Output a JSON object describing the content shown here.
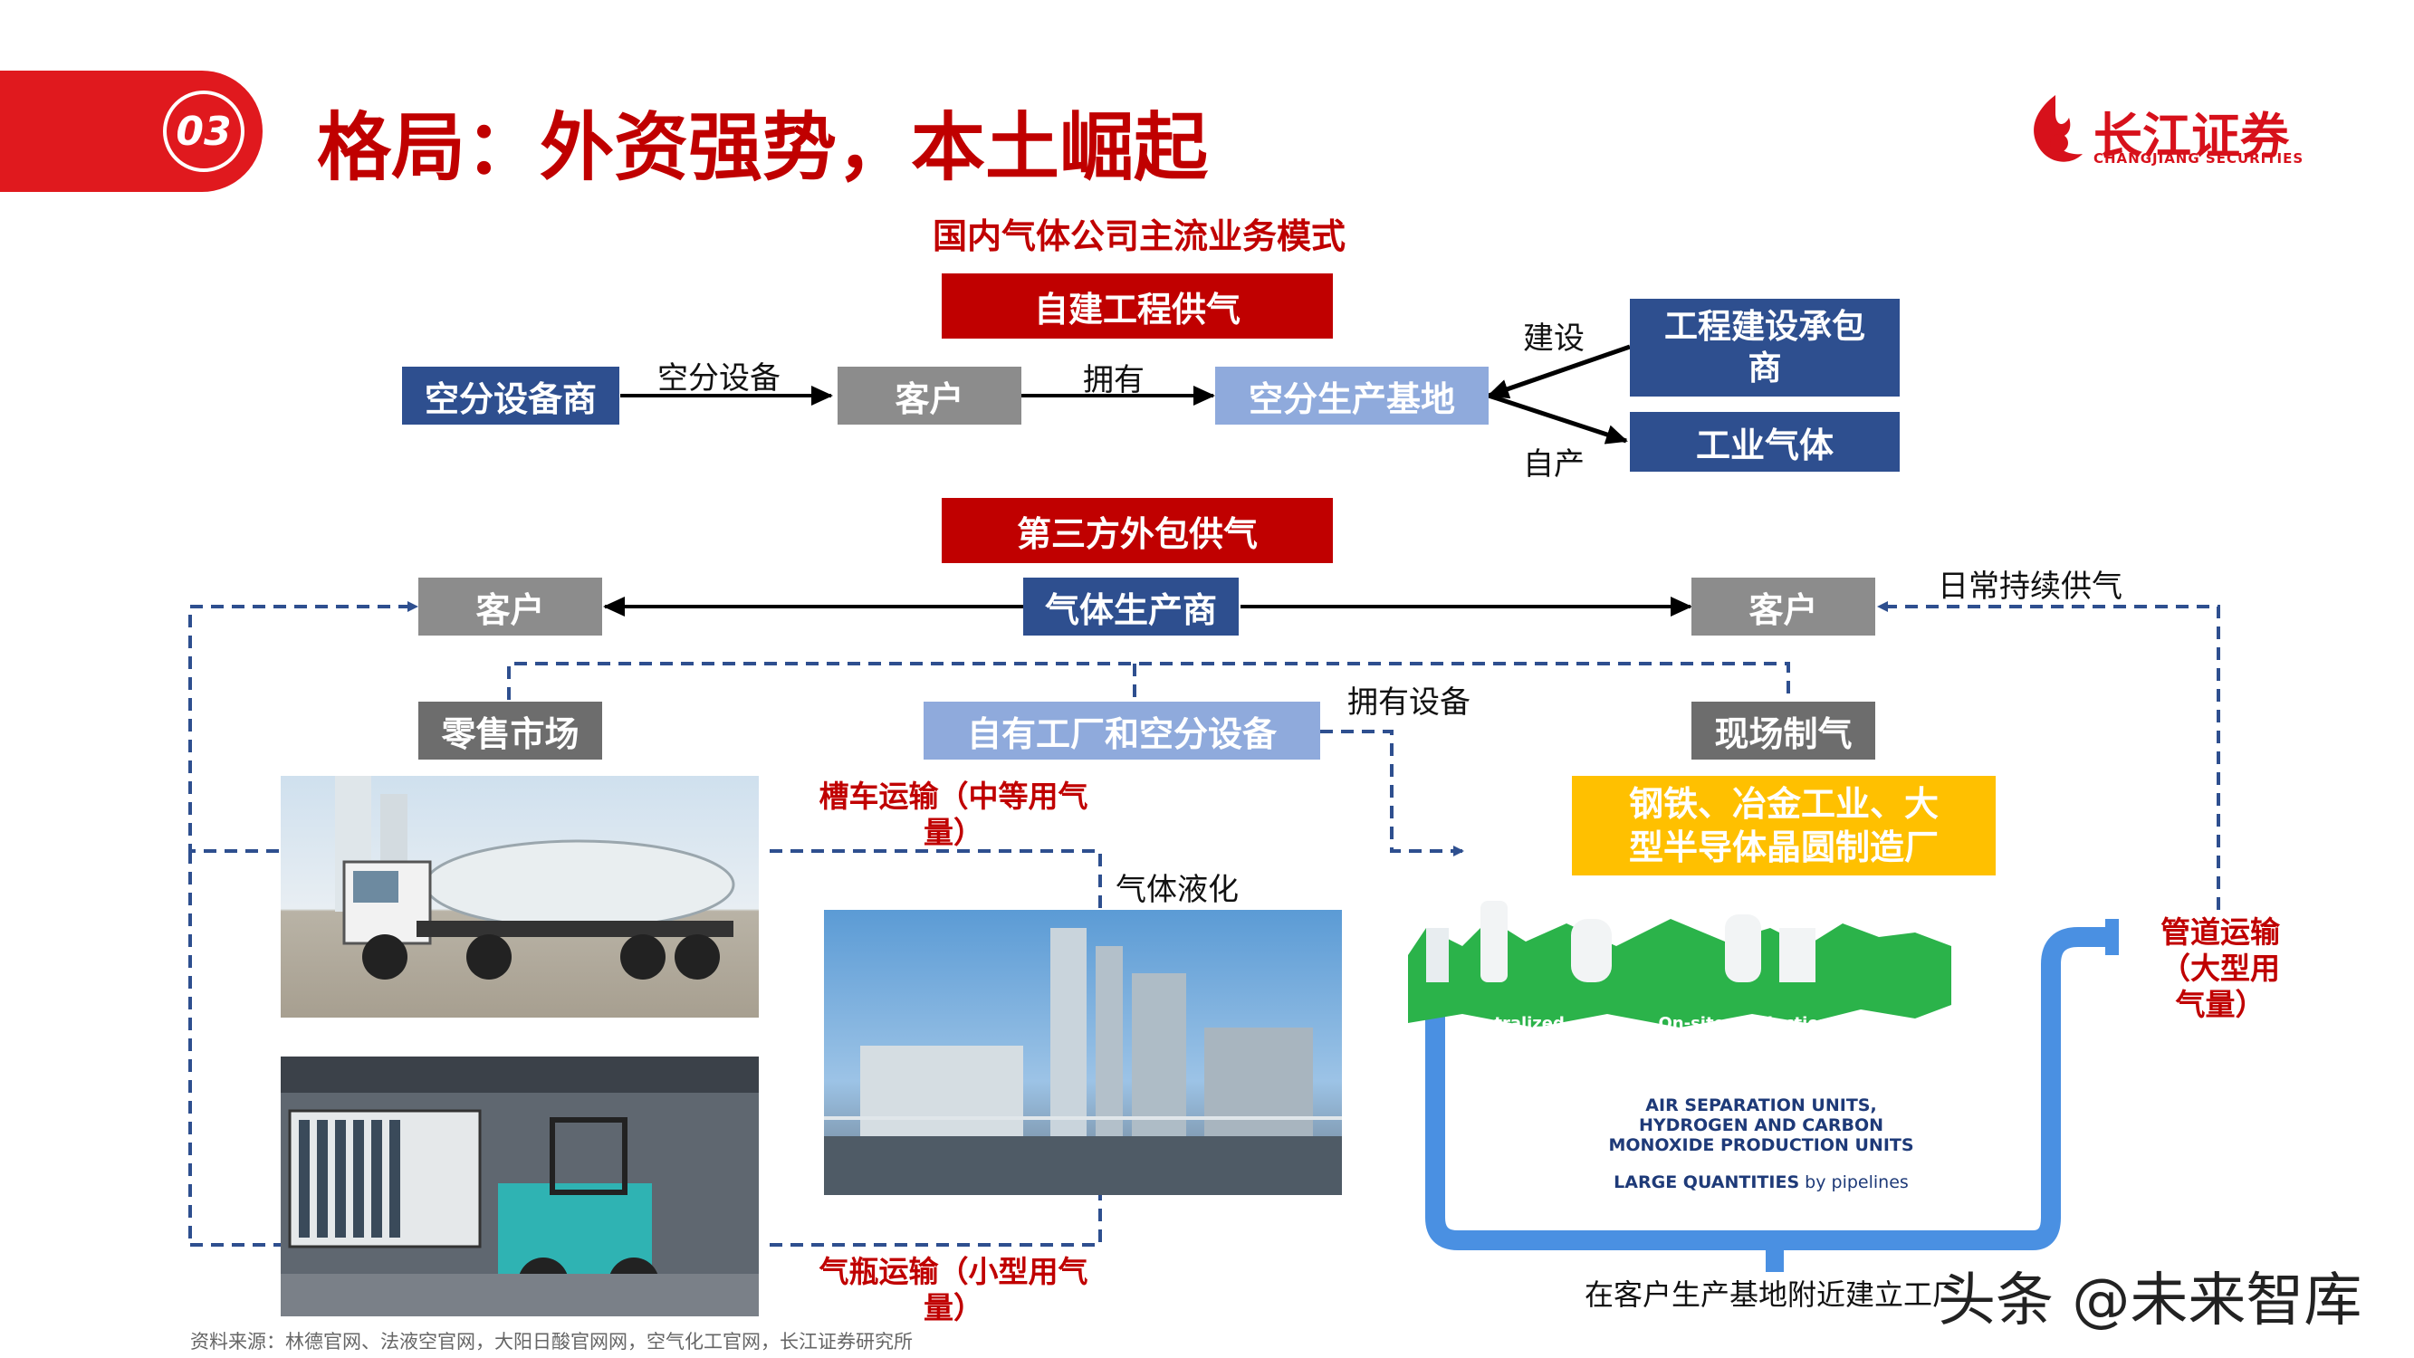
{
  "header": {
    "section_number": "03",
    "title": "格局：外资强势，本土崛起",
    "logo_cn": "长江证券",
    "logo_en": "CHANGJIANG SECURITIES"
  },
  "diagram_title": "国内气体公司主流业务模式",
  "self_build": {
    "heading": "自建工程供气",
    "equipment_vendor": "空分设备商",
    "edge_equipment": "空分设备",
    "customer": "客户",
    "edge_own": "拥有",
    "production_base": "空分生产基地",
    "edge_build": "建设",
    "edge_self_produce": "自产",
    "contractor": "工程建设承包商",
    "industrial_gas": "工业气体"
  },
  "third_party": {
    "heading": "第三方外包供气",
    "customer_left": "客户",
    "gas_producer": "气体生产商",
    "customer_right": "客户",
    "daily_supply": "日常持续供气",
    "retail_market": "零售市场",
    "own_plant": "自有工厂和空分设备",
    "own_equipment": "拥有设备",
    "onsite": "现场制气",
    "industries": "钢铁、冶金工业、大型半导体晶圆制造厂",
    "tanker_transport": "槽车运输（中等用气量）",
    "gas_liquefaction": "气体液化",
    "cylinder_transport": "气瓶运输（小型用气量）",
    "pipeline_transport": "管道运输（大型用气量）",
    "build_near_customer": "在客户生产基地附近建立工厂"
  },
  "pipeline_graphic": {
    "centralized": "Centralized production",
    "onsite": "On-site production at customers'",
    "units": "AIR SEPARATION UNITS, HYDROGEN AND CARBON MONOXIDE PRODUCTION UNITS",
    "quantities_bold": "LARGE QUANTITIES",
    "quantities_rest": " by pipelines"
  },
  "footer": {
    "source": "资料来源：林德官网、法液空官网，大阳日酸官网网，空气化工官网，长江证券研究所",
    "watermark": "头条 @未来智库"
  },
  "colors": {
    "brand_red": "#c00000",
    "dark_blue": "#2e4f8f",
    "light_blue": "#8faadc",
    "gray": "#8c8c8c",
    "yellow": "#ffc000"
  }
}
